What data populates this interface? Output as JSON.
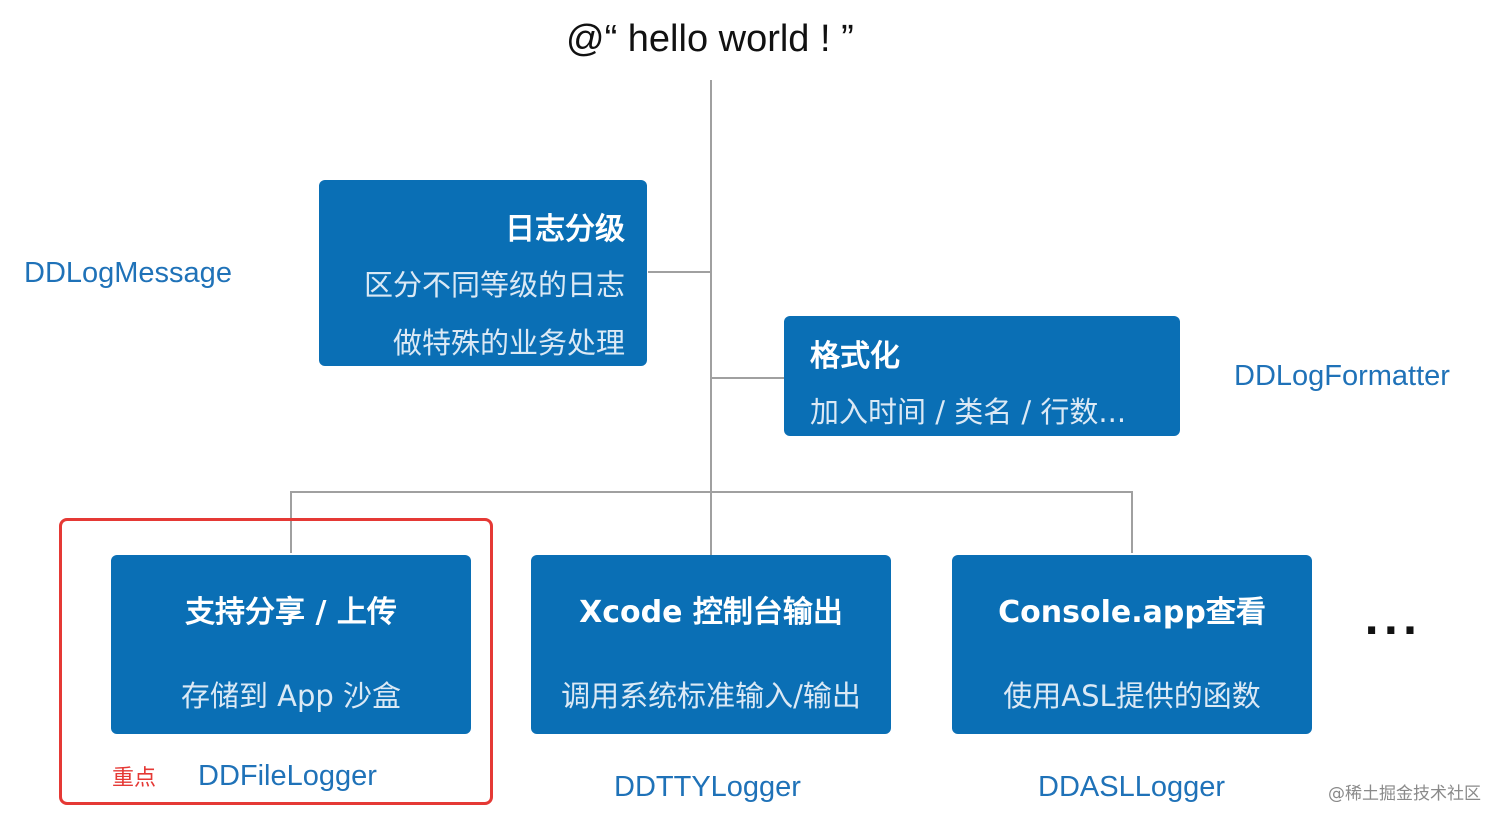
{
  "root": {
    "text": "@“ hello world ! ”"
  },
  "nodes": {
    "levels": {
      "title": "日志分级",
      "line1": "区分不同等级的日志",
      "line2": "做特殊的业务处理",
      "label": "DDLogMessage"
    },
    "format": {
      "title": "格式化",
      "line1": "加入时间 / 类名 / 行数...",
      "label": "DDLogFormatter"
    },
    "file": {
      "title": "支持分享 / 上传",
      "line1": "存储到 App 沙盒",
      "label": "DDFileLogger",
      "tag": "重点"
    },
    "tty": {
      "title": "Xcode 控制台输出",
      "line1": "调用系统标准输入/输出",
      "label": "DDTTYLogger"
    },
    "asl": {
      "title": "Console.app查看",
      "line1": "使用ASL提供的函数",
      "label": "DDASLLogger"
    }
  },
  "ellipsis": "...",
  "watermark": "@稀土掘金技术社区",
  "colors": {
    "box": "#0a6fb5",
    "label": "#1f72b8",
    "highlight": "#e53935",
    "line": "#a0a0a0"
  }
}
